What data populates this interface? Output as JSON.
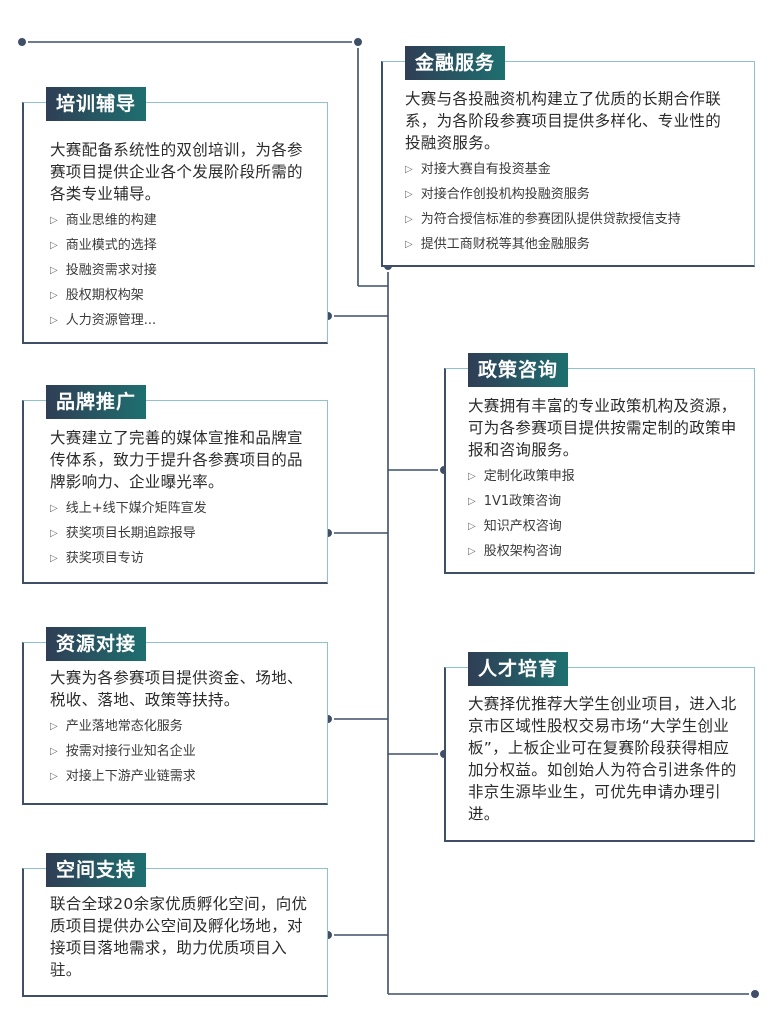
{
  "colors": {
    "line": "#3f4f68",
    "accent": "#8ec4c9",
    "title_start": "#2f3e55",
    "title_end": "#1e6f6f"
  },
  "cards": {
    "finance": {
      "title": "金融服务",
      "desc": "大赛与各投融资机构建立了优质的长期合作联系，为各阶段参赛项目提供多样化、专业性的投融资服务。",
      "items": [
        "对接大赛自有投资基金",
        "对接合作创投机构投融资服务",
        "为符合授信标准的参赛团队提供贷款授信支持",
        "提供工商财税等其他金融服务"
      ]
    },
    "training": {
      "title": "培训辅导",
      "desc": "大赛配备系统性的双创培训，为各参赛项目提供企业各个发展阶段所需的各类专业辅导。",
      "items": [
        "商业思维的构建",
        "商业模式的选择",
        "投融资需求对接",
        "股权期权构架",
        "人力资源管理..."
      ]
    },
    "policy": {
      "title": "政策咨询",
      "desc": "大赛拥有丰富的专业政策机构及资源，可为各参赛项目提供按需定制的政策申报和咨询服务。",
      "items": [
        "定制化政策申报",
        "1V1政策咨询",
        "知识产权咨询",
        "股权架构咨询"
      ]
    },
    "brand": {
      "title": "品牌推广",
      "desc": "大赛建立了完善的媒体宣推和品牌宣传体系，致力于提升各参赛项目的品牌影响力、企业曝光率。",
      "items": [
        "线上+线下媒介矩阵宣发",
        "获奖项目长期追踪报导",
        "获奖项目专访"
      ]
    },
    "resource": {
      "title": "资源对接",
      "desc": "大赛为各参赛项目提供资金、场地、税收、落地、政策等扶持。",
      "items": [
        "产业落地常态化服务",
        "按需对接行业知名企业",
        "对接上下游产业链需求"
      ]
    },
    "talent": {
      "title": "人才培育",
      "desc": "大赛择优推荐大学生创业项目，进入北京市区域性股权交易市场“大学生创业板”，上板企业可在复赛阶段获得相应加分权益。如创始人为符合引进条件的非京生源毕业生，可优先申请办理引进。",
      "items": []
    },
    "space": {
      "title": "空间支持",
      "desc": "联合全球20余家优质孵化空间，向优质项目提供办公空间及孵化场地，对接项目落地需求，助力优质项目入驻。",
      "items": []
    }
  }
}
